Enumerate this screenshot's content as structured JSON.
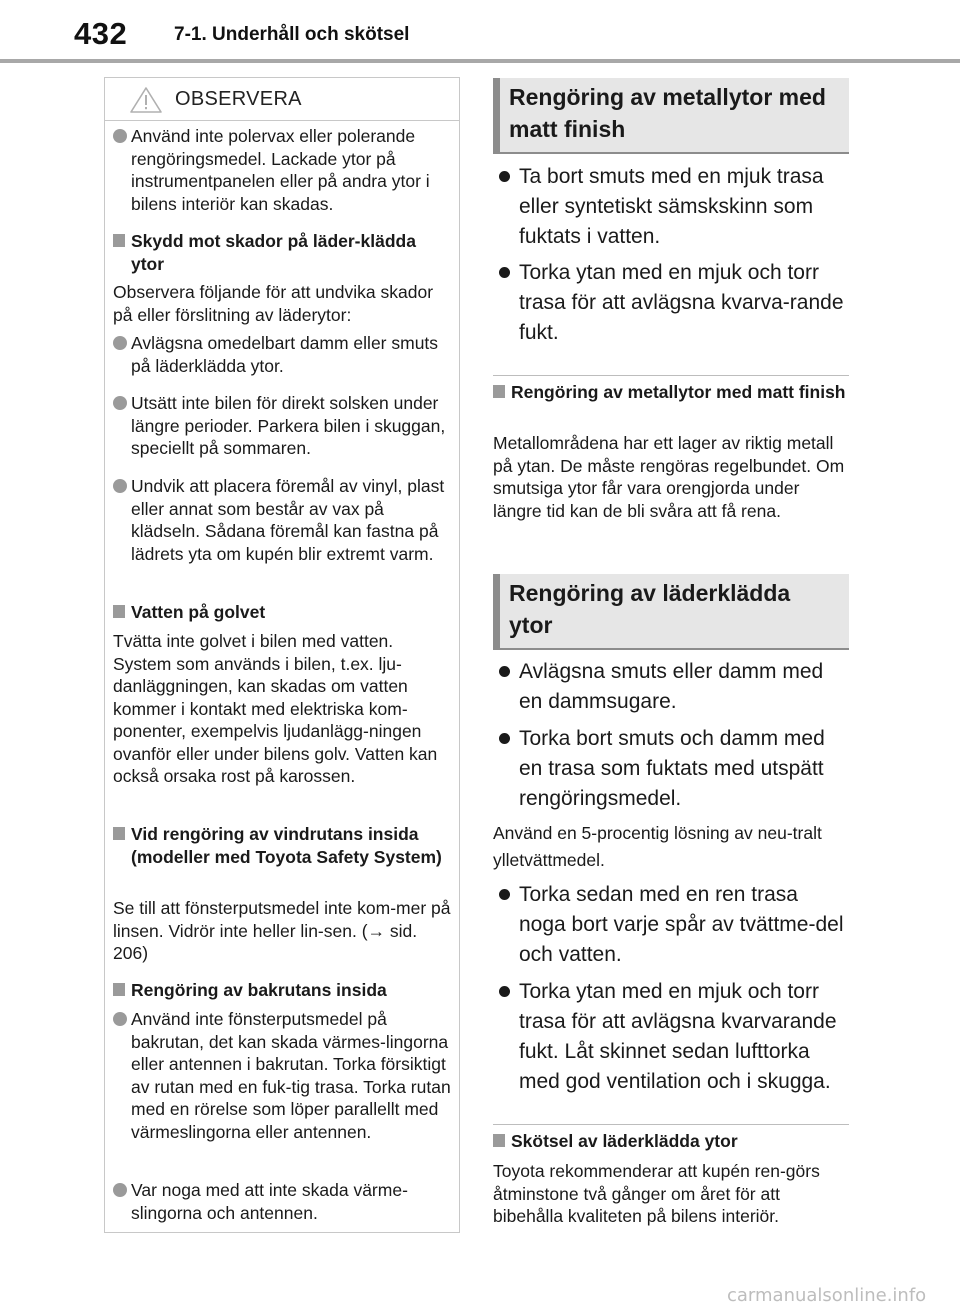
{
  "header": {
    "page_number": "432",
    "chapter": "7-1. Underhåll och skötsel"
  },
  "caution": {
    "title": "OBSERVERA",
    "items": [
      "Använd inte polervax eller polerande rengöringsmedel. Lackade ytor på instrumentpanelen eller på andra ytor i bilens interiör kan skadas.",
      "Skydd mot skador på läder-klädda ytor",
      "Observera följande för att undvika skador på eller förslitning av läderytor:",
      "Avlägsna omedelbart damm eller smuts på läderklädda ytor.",
      "Utsätt inte bilen för direkt solsken under längre perioder. Parkera bilen i skuggan, speciellt på sommaren.",
      "Undvik att placera föremål av vinyl, plast eller annat som består av vax på klädseln. Sådana föremål kan fastna på lädrets yta om kupén blir extremt varm.",
      "Vatten på golvet",
      "Tvätta inte golvet i bilen med vatten. System som används i bilen, t.ex. lju-danläggningen, kan skadas om vatten kommer i kontakt med elektriska kom-ponenter, exempelvis ljudanlägg-ningen ovanför eller under bilens golv. Vatten kan också orsaka rost på karossen.",
      "Vid rengöring av vindrutans insida (modeller med Toyota Safety System)",
      "Se till att fönsterputsmedel inte kom-mer på linsen. Vidrör inte heller lin-sen. (→ sid. 206)",
      "Rengöring av bakrutans insida",
      "Använd inte fönsterputsmedel på bakrutan, det kan skada värmes-lingorna eller antennen i bakrutan. Torka försiktigt av rutan med en fuk-tig trasa. Torka rutan med en rörelse som löper parallellt med värmeslingorna eller antennen.",
      "Var noga med att inte skada värme-slingorna och antennen."
    ]
  },
  "metal": {
    "heading": "Rengöring av metallytor med matt finish",
    "bullets": [
      "Ta bort smuts med en mjuk trasa eller syntetiskt sämskskinn som fuktats i vatten.",
      "Torka ytan med en mjuk och torr trasa för att avlägsna kvarva-rande fukt."
    ],
    "sub_heading": "Rengöring av metallytor med matt finish",
    "text": "Metallområdena har ett lager av riktig metall på ytan. De måste rengöras regelbundet. Om smutsiga ytor får vara orengjorda under längre tid kan de bli svåra att få rena."
  },
  "leather": {
    "heading": "Rengöring av läderklädda ytor",
    "bullets": [
      "Avlägsna smuts eller damm med en dammsugare.",
      "Torka bort smuts och damm med en trasa som fuktats med utspätt rengöringsmedel.",
      "Torka sedan med en ren trasa noga bort varje spår av tvättme-del och vatten.",
      "Torka ytan med en mjuk och torr trasa för att avlägsna kvarvarande fukt. Låt skinnet sedan lufttorka med god ventilation och i skugga."
    ],
    "note": "Använd en 5-procentig lösning av neu-tralt ylletvättmedel.",
    "sub_heading": "Skötsel av läderklädda ytor",
    "text": "Toyota rekommenderar att kupén ren-görs åtminstone två gånger om året för att bibehålla kvaliteten på bilens interiör."
  },
  "watermark": "carmanualsonline.info"
}
